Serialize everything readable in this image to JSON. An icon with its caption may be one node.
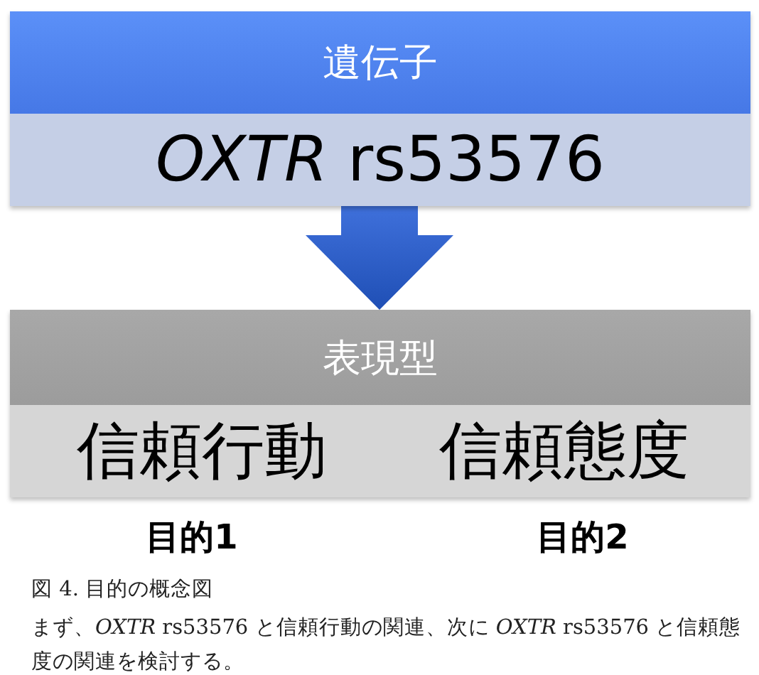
{
  "diagram": {
    "caption": "図 4. 目的の概念図",
    "nodes": [
      {
        "text": [
          "遺伝子",
          "*OXTR* rs53576"
        ]
      },
      {
        "text": [
          "表現型"
        ]
      },
      {
        "text": [
          "信頼行動"
        ],
        "in": 1,
        "beside": [
          "目的1"
        ]
      },
      {
        "text": [
          "信頼態度"
        ],
        "in": 1,
        "beside": [
          "目的2"
        ]
      }
    ],
    "edges": [
      {
        "from": 0,
        "to": 1,
        "arrow": "to"
      }
    ],
    "labels": [
      "まず、*OXTR* rs53576 と信頼行動の関連、次に *OXTR* rs53576 と信頼態度の関連を検討する。"
    ]
  }
}
